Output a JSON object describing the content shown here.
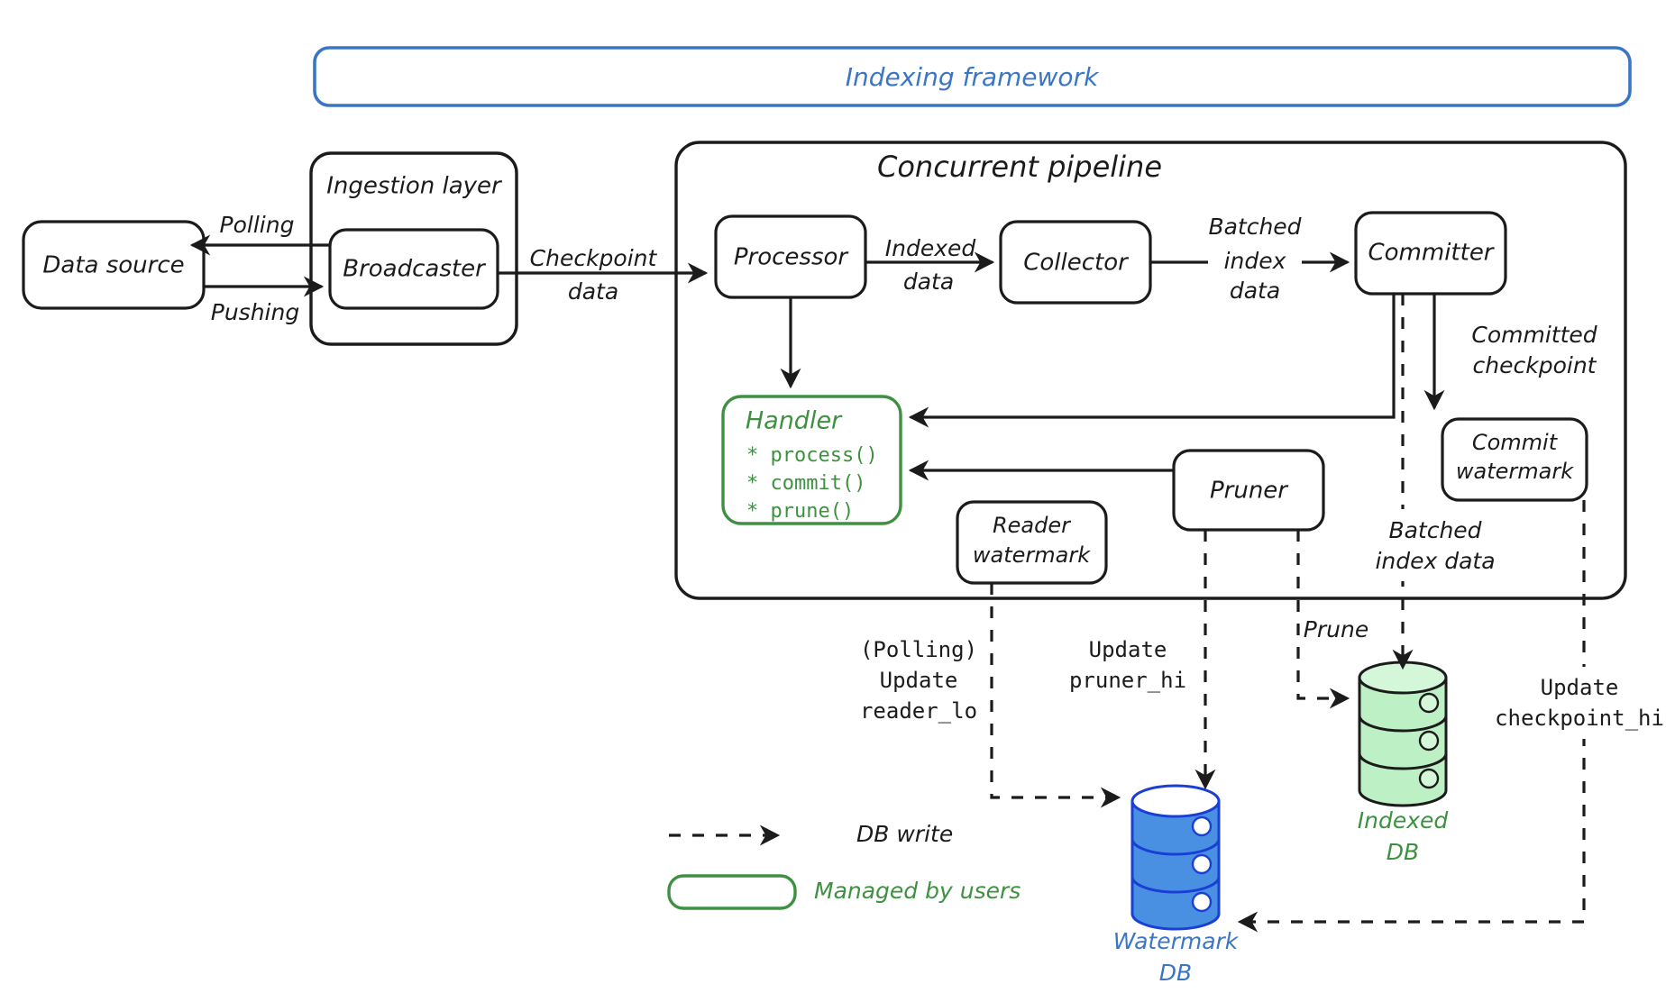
{
  "frame": {
    "title": "Indexing framework",
    "color": "#3b76c4"
  },
  "groups": [
    {
      "id": "ingestion",
      "label": "Ingestion layer"
    },
    {
      "id": "pipeline",
      "label": "Concurrent pipeline"
    }
  ],
  "nodes": {
    "data_source": "Data source",
    "broadcaster": "Broadcaster",
    "processor": "Processor",
    "collector": "Collector",
    "committer": "Committer",
    "commit_watermark_l1": "Commit",
    "commit_watermark_l2": "watermark",
    "reader_watermark_l1": "Reader",
    "reader_watermark_l2": "watermark",
    "pruner": "Pruner"
  },
  "handler": {
    "title": "Handler",
    "methods": [
      "* process()",
      "* commit()",
      "* prune()"
    ],
    "color": "#3f9142"
  },
  "edge_labels": {
    "polling": "Polling",
    "pushing": "Pushing",
    "checkpoint_data_l1": "Checkpoint",
    "checkpoint_data_l2": "data",
    "indexed_data_l1": "Indexed",
    "indexed_data_l2": "data",
    "batched_index_data_l1": "Batched",
    "batched_index_data_l2": "index",
    "batched_index_data_l3": "data",
    "committed_checkpoint_l1": "Committed",
    "committed_checkpoint_l2": "checkpoint",
    "batched_index_data2_l1": "Batched",
    "batched_index_data2_l2": "index data",
    "prune": "Prune",
    "polling_update_l1": "(Polling)",
    "polling_update_l2": "Update",
    "polling_update_l3": "reader_lo",
    "update_pruner_l1": "Update",
    "update_pruner_l2": "pruner_hi",
    "update_checkpoint_l1": "Update",
    "update_checkpoint_l2": "checkpoint_hi"
  },
  "databases": [
    {
      "id": "watermark-db",
      "label_l1": "Watermark",
      "label_l2": "DB",
      "color": "#4a90e2",
      "text_color": "#3b76c4"
    },
    {
      "id": "indexed-db",
      "label_l1": "Indexed",
      "label_l2": "DB",
      "color": "#bdf0c4",
      "text_color": "#3f9142"
    }
  ],
  "legend": [
    {
      "id": "db-write",
      "label": "DB write",
      "style": "dashed-arrow",
      "color": "#1b1b1b"
    },
    {
      "id": "managed-by-users",
      "label": "Managed by users",
      "style": "green-rounded-rect",
      "color": "#3f9142"
    }
  ]
}
